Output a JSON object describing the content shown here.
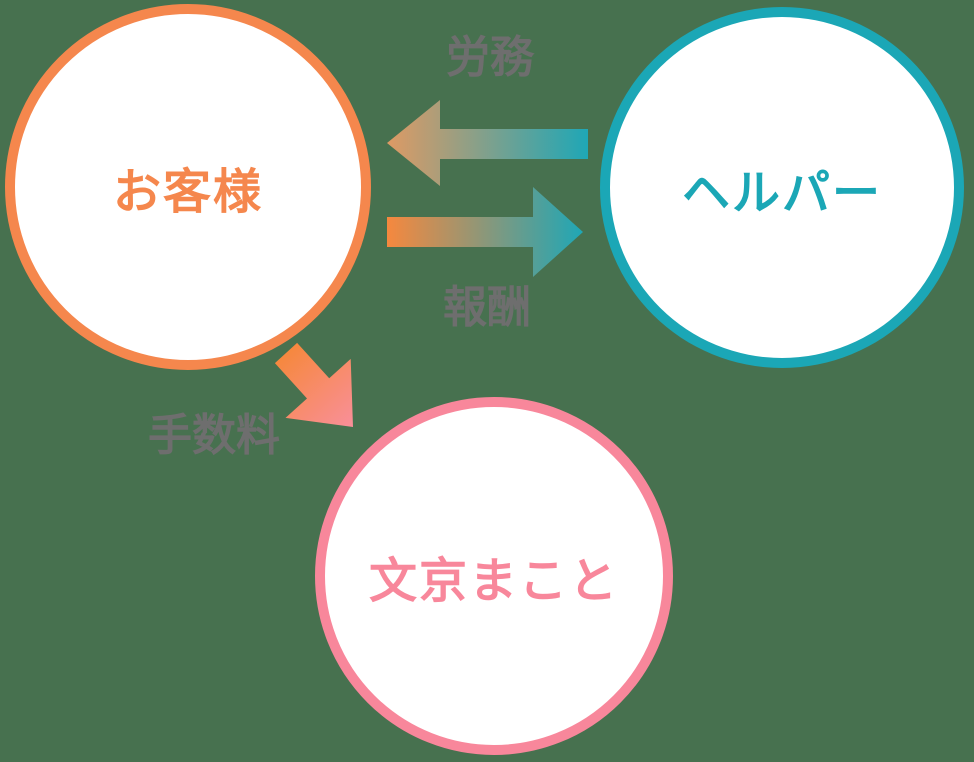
{
  "colors": {
    "background": "#47714F",
    "customer": "#F5874D",
    "helper": "#1BA7B6",
    "company": "#F8879B",
    "flow_label": "#6E6E6E",
    "arrow_orange_bright": "#F6883E",
    "arrow_orange_muted": "#DE9A64",
    "arrow_teal": "#1FA7B6",
    "arrow_pink": "#F98F9A"
  },
  "nodes": {
    "customer": {
      "label": "お客様"
    },
    "helper": {
      "label": "ヘルパー"
    },
    "company": {
      "label": "文京まこと"
    }
  },
  "flows": {
    "labor": {
      "label": "労務",
      "direction": "helper-to-customer"
    },
    "reward": {
      "label": "報酬",
      "direction": "customer-to-helper"
    },
    "fee": {
      "label": "手数料",
      "direction": "customer-to-company"
    }
  }
}
